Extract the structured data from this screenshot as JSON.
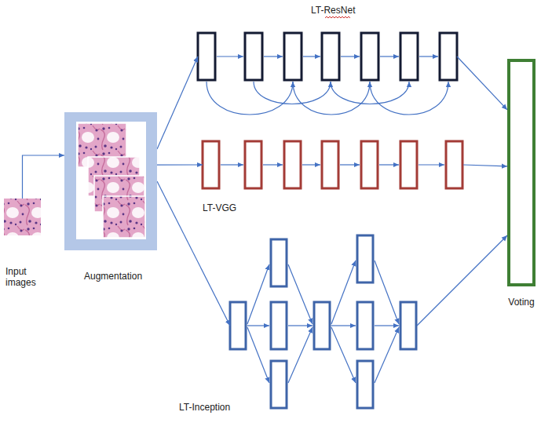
{
  "diagram": {
    "nodes": [
      {
        "text": [
          "Input images"
        ]
      },
      {
        "text": [
          "Augmentation"
        ]
      },
      {
        "text": [
          "LT-ResNet"
        ]
      },
      {
        "text": [
          "LT-VGG"
        ]
      },
      {
        "text": [
          "LT-Inception"
        ]
      },
      {
        "text": [
          "Voting"
        ]
      }
    ],
    "edges": [
      {
        "from": 0,
        "to": 1,
        "arrow": "to"
      },
      {
        "from": 1,
        "to": 2,
        "arrow": "to"
      },
      {
        "from": 1,
        "to": 3,
        "arrow": "to"
      },
      {
        "from": 1,
        "to": 4,
        "arrow": "to"
      },
      {
        "from": 2,
        "to": 5,
        "arrow": "to"
      },
      {
        "from": 3,
        "to": 5,
        "arrow": "to"
      },
      {
        "from": 4,
        "to": 5,
        "arrow": "to"
      }
    ]
  }
}
